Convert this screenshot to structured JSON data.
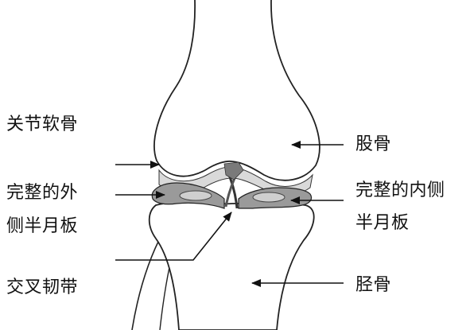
{
  "labels": {
    "articular_cartilage": "关节软骨",
    "lateral_meniscus_line1": "完整的外",
    "lateral_meniscus_line2": "侧半月板",
    "cruciate_ligament": "交叉韧带",
    "femur": "股骨",
    "medial_meniscus_line1": "完整的内侧",
    "medial_meniscus_line2": "半月板",
    "tibia": "胫骨"
  },
  "colors": {
    "outline": "#222222",
    "meniscus_fill": "#9a9a9a",
    "meniscus_dark": "#6f6f6f",
    "cartilage_fill": "#d9d9d9",
    "bone_fill": "#ffffff",
    "text": "#111111"
  }
}
